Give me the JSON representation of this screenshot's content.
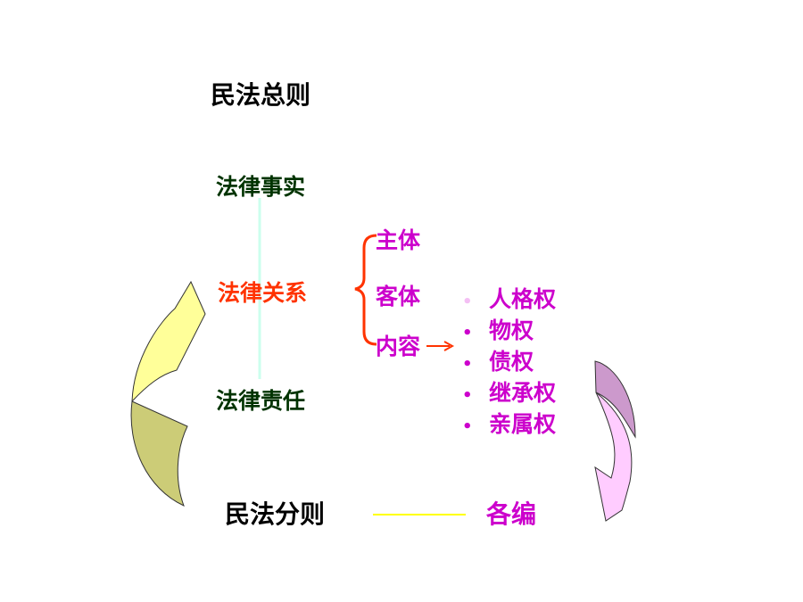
{
  "title": "民法总则",
  "chain": {
    "fact": "法律事实",
    "relation": "法律关系",
    "responsibility": "法律责任"
  },
  "elements": {
    "subject": "主体",
    "object": "客体",
    "content": "内容"
  },
  "rights": [
    "人格权",
    "物权",
    "债权",
    "继承权",
    "亲属权"
  ],
  "bullet": "•",
  "bottom": {
    "left": "民法分则",
    "right": "各编"
  },
  "colors": {
    "title": "#000000",
    "chain_green": "#003300",
    "relation_red": "#ff3300",
    "magenta": "#cc00cc",
    "bracket": "#ff3300",
    "yellow_arrow": "#ffff99",
    "pink_arrow": "#ffccff",
    "mauve_arrow": "#cc99cc",
    "connector_line": "#ffff00"
  },
  "icons": [
    "brace-bracket-icon",
    "right-arrow-icon",
    "curved-arrow-up-icon",
    "curved-arrow-down-icon"
  ]
}
